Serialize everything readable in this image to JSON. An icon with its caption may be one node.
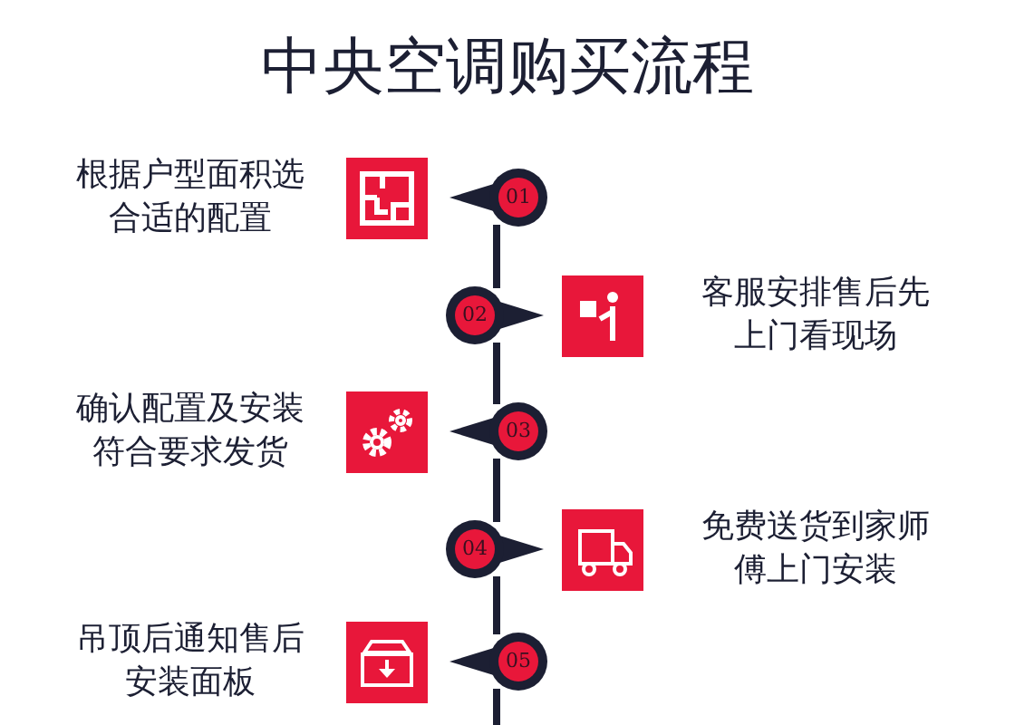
{
  "diagram": {
    "title": "中央空调购买流程",
    "nodes": [
      {
        "text": [
          "01"
        ]
      },
      {
        "text": [
          "02"
        ]
      },
      {
        "text": [
          "03"
        ]
      },
      {
        "text": [
          "04"
        ]
      },
      {
        "text": [
          "05"
        ]
      }
    ],
    "edges": [
      {
        "from": 0,
        "to": 1,
        "arrow": "none"
      },
      {
        "from": 1,
        "to": 2,
        "arrow": "none"
      },
      {
        "from": 2,
        "to": 3,
        "arrow": "none"
      },
      {
        "from": 3,
        "to": 4,
        "arrow": "none"
      },
      {
        "from": 4,
        "to": null,
        "arrow": "none"
      }
    ],
    "labels": [
      "根据户型面积选合适的配置",
      "客服安排售后先上门看现场",
      "确认配置及安装符合要求发货",
      "免费送货到家师傅上门安装",
      "吊顶后通知售后安装面板"
    ]
  }
}
